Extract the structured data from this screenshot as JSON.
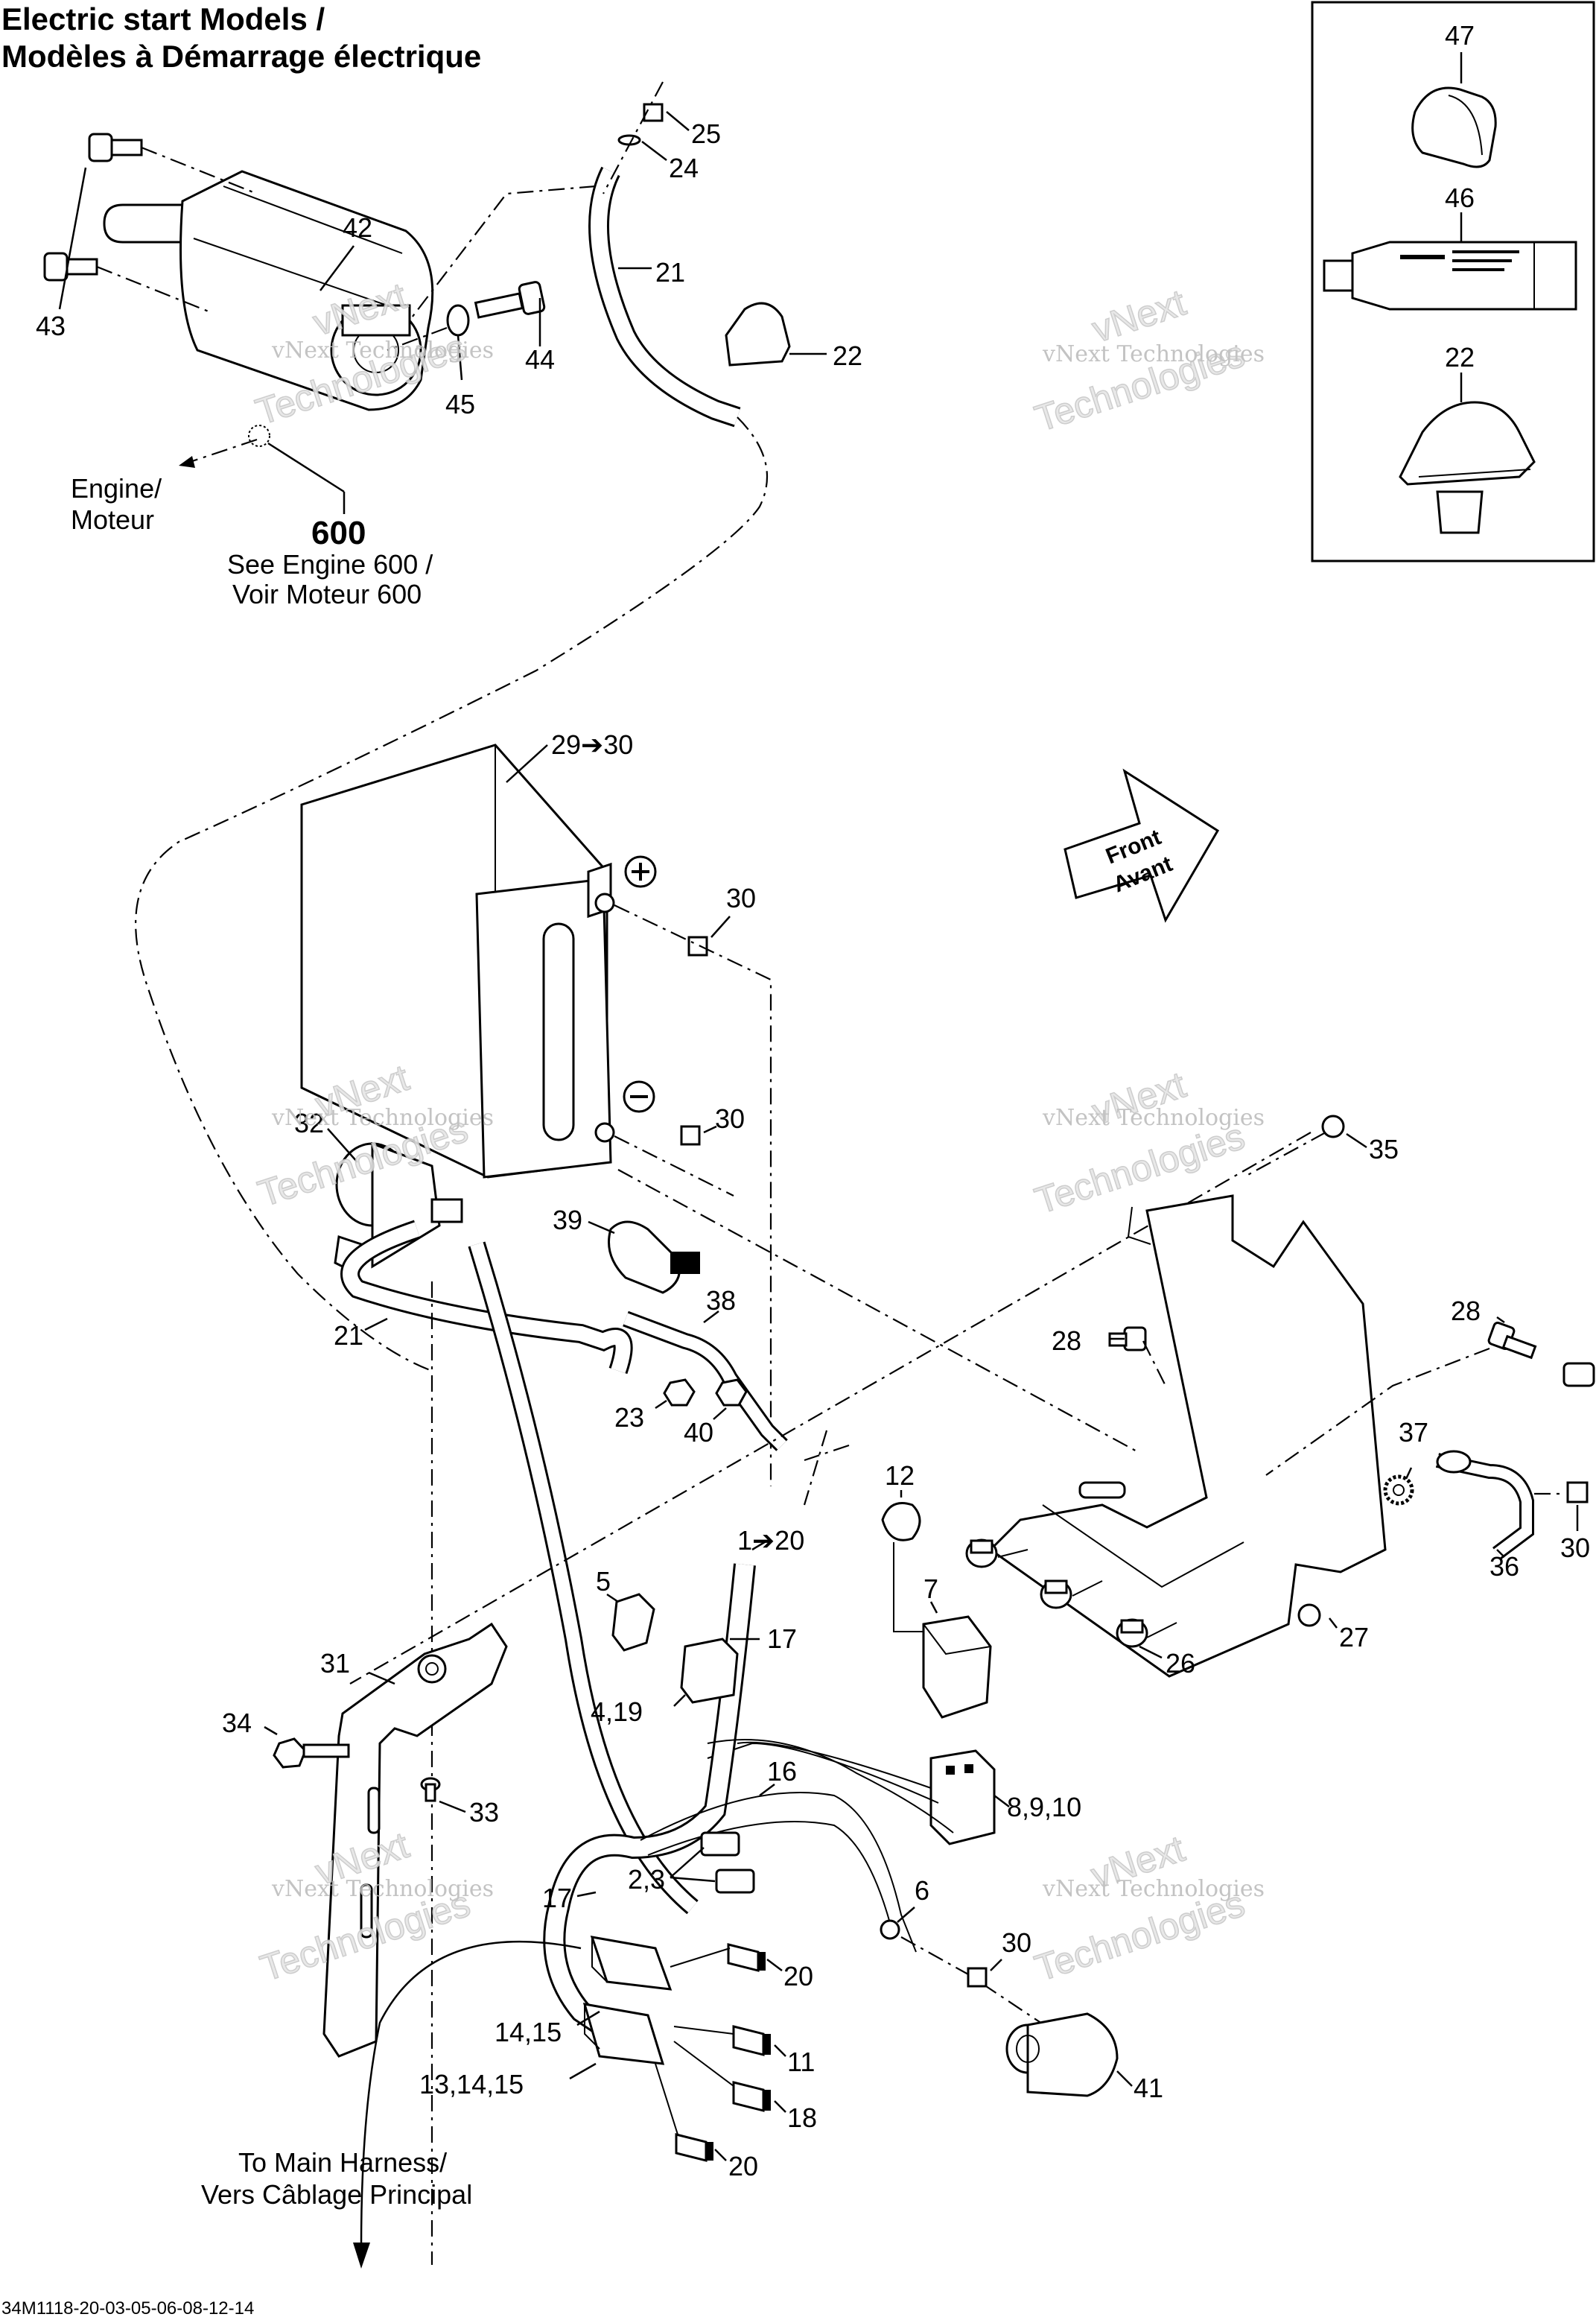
{
  "title": {
    "line1": "Electric start Models /",
    "line2": "Modèles à Démarrage électrique"
  },
  "engine_ref": {
    "label_line1": "Engine/",
    "label_line2": "Moteur",
    "number": "600",
    "see_line1": "See Engine 600 /",
    "see_line2": "Voir Moteur 600"
  },
  "front_arrow": {
    "line1": "Front",
    "line2": "Avant"
  },
  "main_harness": {
    "line1": "To Main Harness/",
    "line2": "Vers Câblage Principal"
  },
  "watermark": {
    "line1": "vNext Technologies",
    "line2": "vNext",
    "line3": "Technologies"
  },
  "footer_code": "34M1118-20-03-05-06-08-12-14",
  "callouts": {
    "c47": "47",
    "c46": "46",
    "c22b": "22",
    "c25": "25",
    "c24": "24",
    "c21a": "21",
    "c22a": "22",
    "c42": "42",
    "c43": "43",
    "c44": "44",
    "c45": "45",
    "c29": "29➔30",
    "c30a": "30",
    "c30b": "30",
    "c32": "32",
    "c39": "39",
    "c38": "38",
    "c21b": "21",
    "c23": "23",
    "c40": "40",
    "c35": "35",
    "c28a": "28",
    "c28b": "28",
    "c37": "37",
    "c36": "36",
    "c30c": "30",
    "c27": "27",
    "c26": "26",
    "c12": "12",
    "c7": "7",
    "c8": "8,9,10",
    "c1": "1➔20",
    "c17a": "17",
    "c5": "5",
    "c419": "4,19",
    "c31": "31",
    "c34": "34",
    "c33": "33",
    "c16": "16",
    "c23b": "2,3",
    "c17b": "17",
    "c6": "6",
    "c30d": "30",
    "c20a": "20",
    "c1415": "14,15",
    "c11": "11",
    "c131415": "13,14,15",
    "c18": "18",
    "c20b": "20",
    "c41": "41"
  }
}
